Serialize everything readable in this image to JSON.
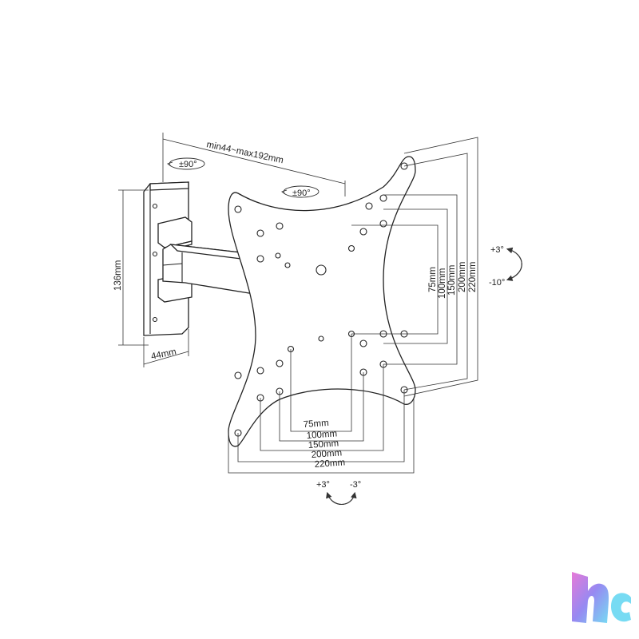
{
  "labels": {
    "depth": "min44~max192mm",
    "swivel_wall": "±90°",
    "swivel_plate": "±90°",
    "height": "136mm",
    "width": "44mm",
    "tilt_up": "+3°",
    "tilt_down": "-10°",
    "rot_plus": "+3°",
    "rot_minus": "-3°"
  },
  "vesa_vertical": [
    "75mm",
    "100mm",
    "150mm",
    "200mm",
    "220mm"
  ],
  "vesa_horizontal": [
    "75mm",
    "100mm",
    "150mm",
    "200mm",
    "220mm"
  ],
  "colors": {
    "line": "#222222",
    "logo_pink": "#e46bd3",
    "logo_cyan": "#68d7f2",
    "logo_violet": "#8b7cf0"
  },
  "icons": [
    "rotate-arrow-icon",
    "tilt-arrow-icon",
    "brand-logo-icon"
  ]
}
